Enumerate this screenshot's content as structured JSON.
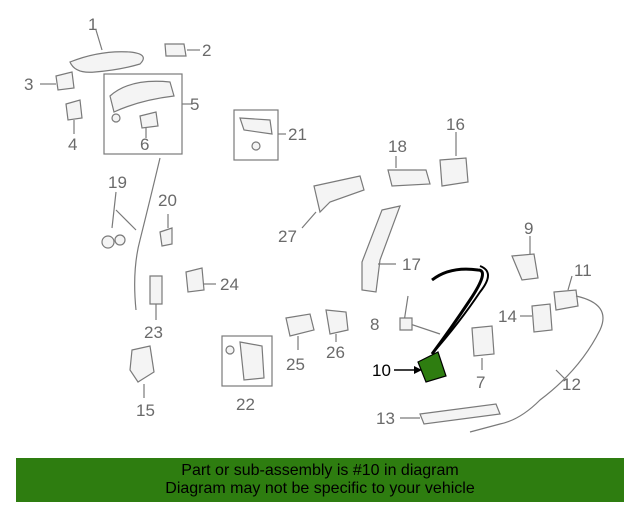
{
  "diagram": {
    "highlighted_part": "10",
    "callouts": [
      {
        "id": "c1",
        "text": "1"
      },
      {
        "id": "c2",
        "text": "2"
      },
      {
        "id": "c3",
        "text": "3"
      },
      {
        "id": "c4",
        "text": "4"
      },
      {
        "id": "c5",
        "text": "5"
      },
      {
        "id": "c6",
        "text": "6"
      },
      {
        "id": "c7",
        "text": "7"
      },
      {
        "id": "c8",
        "text": "8"
      },
      {
        "id": "c9",
        "text": "9"
      },
      {
        "id": "c10",
        "text": "10"
      },
      {
        "id": "c11",
        "text": "11"
      },
      {
        "id": "c12",
        "text": "12"
      },
      {
        "id": "c13",
        "text": "13"
      },
      {
        "id": "c14",
        "text": "14"
      },
      {
        "id": "c15",
        "text": "15"
      },
      {
        "id": "c16",
        "text": "16"
      },
      {
        "id": "c17",
        "text": "17"
      },
      {
        "id": "c18",
        "text": "18"
      },
      {
        "id": "c19",
        "text": "19"
      },
      {
        "id": "c20",
        "text": "20"
      },
      {
        "id": "c21",
        "text": "21"
      },
      {
        "id": "c22",
        "text": "22"
      },
      {
        "id": "c23",
        "text": "23"
      },
      {
        "id": "c24",
        "text": "24"
      },
      {
        "id": "c25",
        "text": "25"
      },
      {
        "id": "c26",
        "text": "26"
      },
      {
        "id": "c27",
        "text": "27"
      }
    ]
  },
  "banner": {
    "line1": "Part or sub-assembly is #10 in diagram",
    "line2": "Diagram may not be specific to your vehicle",
    "color": "#2e7d10"
  },
  "colors": {
    "line_art": "#7a7a7a",
    "highlight_part": "#2e7d10"
  }
}
